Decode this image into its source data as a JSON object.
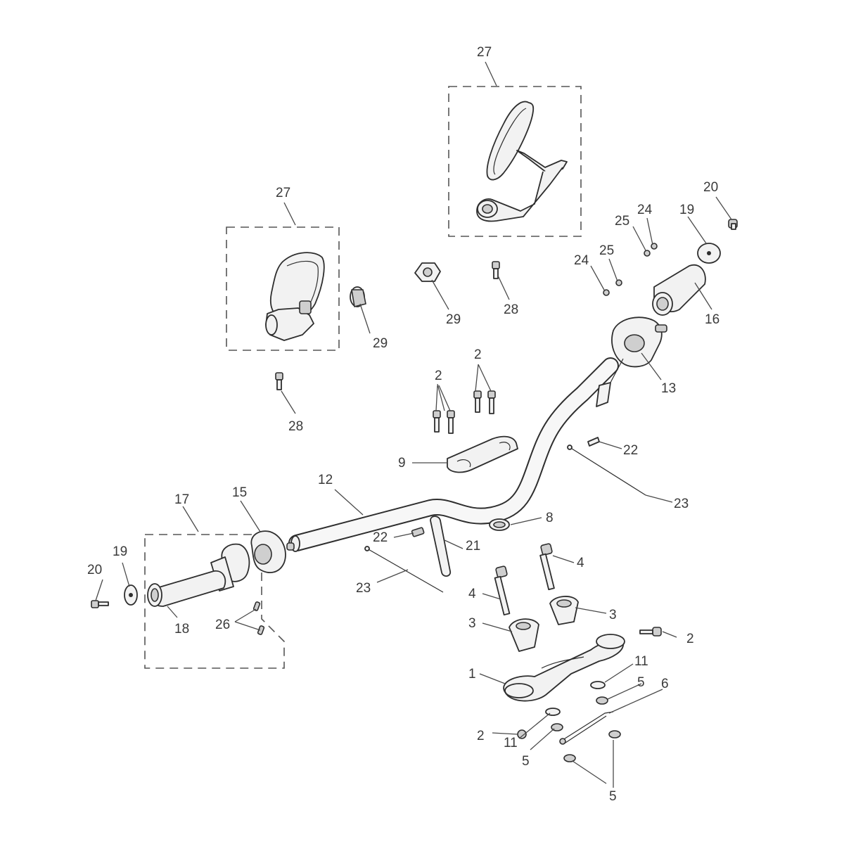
{
  "callouts": [
    {
      "id": "c27a",
      "text": "27"
    },
    {
      "id": "c27b",
      "text": "27"
    },
    {
      "id": "c29a",
      "text": "29"
    },
    {
      "id": "c29b",
      "text": "29"
    },
    {
      "id": "c28a",
      "text": "28"
    },
    {
      "id": "c28b",
      "text": "28"
    },
    {
      "id": "c20a",
      "text": "20"
    },
    {
      "id": "c20b",
      "text": "20"
    },
    {
      "id": "c19a",
      "text": "19"
    },
    {
      "id": "c19b",
      "text": "19"
    },
    {
      "id": "c24a",
      "text": "24"
    },
    {
      "id": "c24b",
      "text": "24"
    },
    {
      "id": "c25a",
      "text": "25"
    },
    {
      "id": "c25b",
      "text": "25"
    },
    {
      "id": "c16",
      "text": "16"
    },
    {
      "id": "c13",
      "text": "13"
    },
    {
      "id": "c2a",
      "text": "2"
    },
    {
      "id": "c2b",
      "text": "2"
    },
    {
      "id": "c2c",
      "text": "2"
    },
    {
      "id": "c2d",
      "text": "2"
    },
    {
      "id": "c9",
      "text": "9"
    },
    {
      "id": "c22a",
      "text": "22"
    },
    {
      "id": "c22b",
      "text": "22"
    },
    {
      "id": "c23a",
      "text": "23"
    },
    {
      "id": "c23b",
      "text": "23"
    },
    {
      "id": "c12",
      "text": "12"
    },
    {
      "id": "c17",
      "text": "17"
    },
    {
      "id": "c15",
      "text": "15"
    },
    {
      "id": "c18",
      "text": "18"
    },
    {
      "id": "c26",
      "text": "26"
    },
    {
      "id": "c21",
      "text": "21"
    },
    {
      "id": "c8",
      "text": "8"
    },
    {
      "id": "c4a",
      "text": "4"
    },
    {
      "id": "c4b",
      "text": "4"
    },
    {
      "id": "c3a",
      "text": "3"
    },
    {
      "id": "c3b",
      "text": "3"
    },
    {
      "id": "c1",
      "text": "1"
    },
    {
      "id": "c11a",
      "text": "11"
    },
    {
      "id": "c11b",
      "text": "11"
    },
    {
      "id": "c5a",
      "text": "5"
    },
    {
      "id": "c5b",
      "text": "5"
    },
    {
      "id": "c5c",
      "text": "5"
    },
    {
      "id": "c6",
      "text": "6"
    }
  ],
  "colors": {
    "line": "#2e2e2e",
    "fill": "#f2f2f2",
    "label": "#3a3a3a"
  }
}
